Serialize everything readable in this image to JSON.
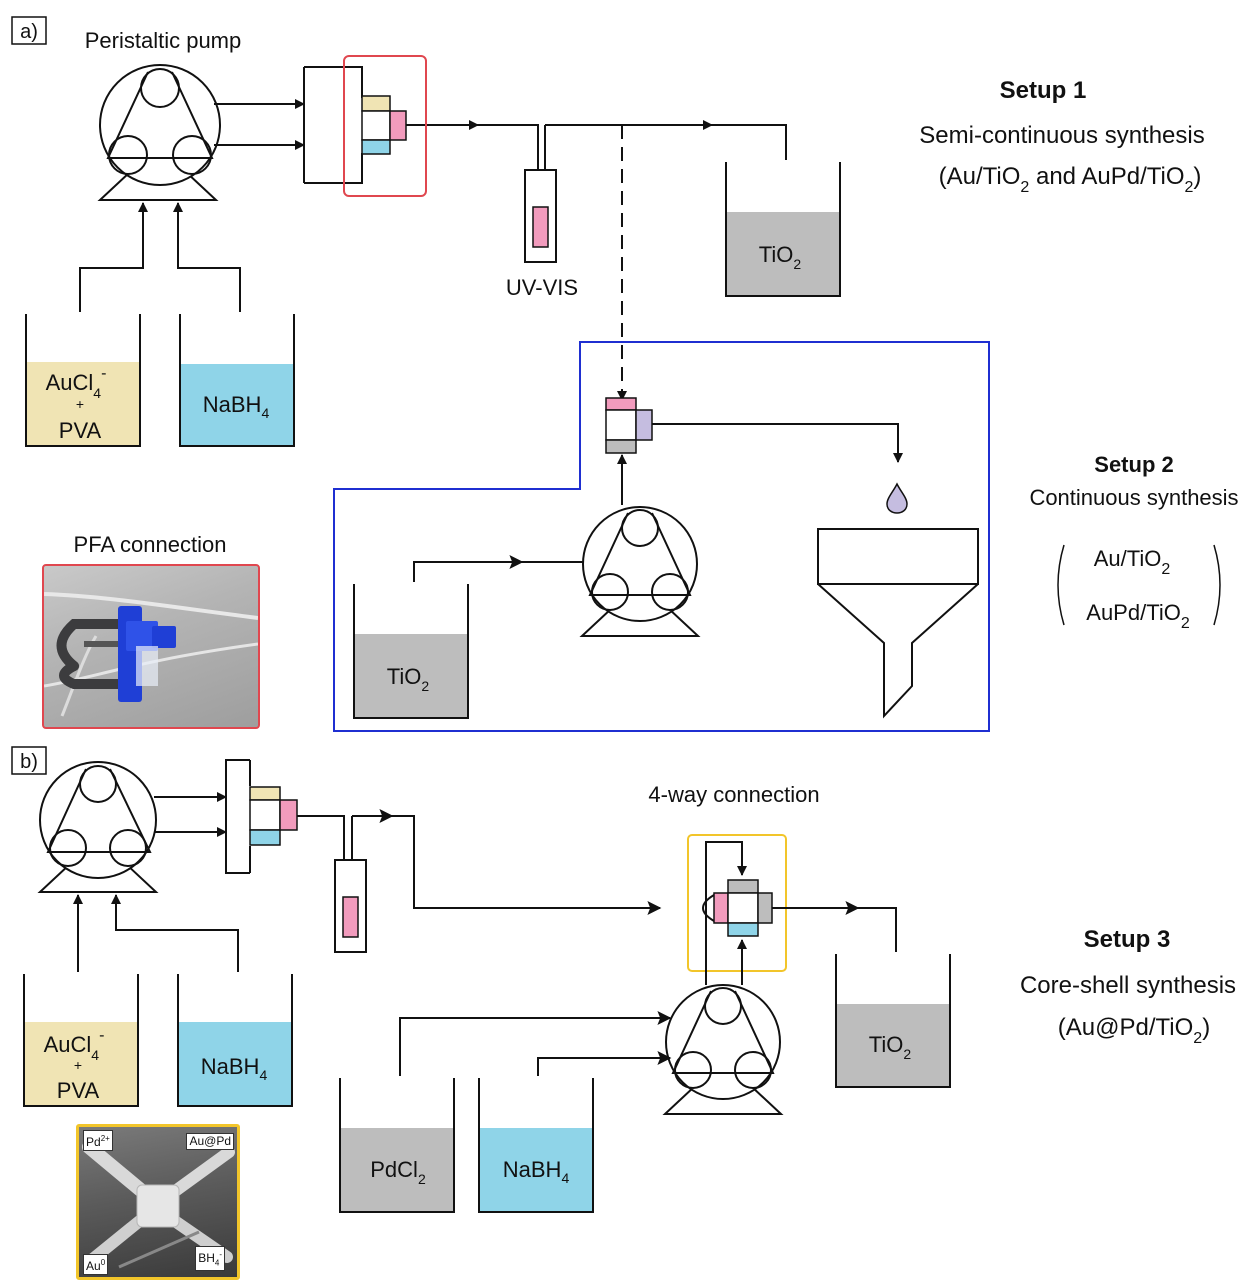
{
  "panels": {
    "a": "a)",
    "b": "b)"
  },
  "labels": {
    "peristaltic_pump": "Peristaltic pump",
    "uv_vis": "UV-VIS",
    "pfa_connection": "PFA connection",
    "four_way_connection": "4-way connection"
  },
  "setup1": {
    "title": "Setup 1",
    "subtitle": "Semi-continuous synthesis",
    "products": {
      "open": "(Au/TiO",
      "sub1": "2",
      "mid": " and AuPd/TiO",
      "sub2": "2",
      "close": ")"
    }
  },
  "setup2": {
    "title": "Setup 2",
    "subtitle": "Continuous synthesis",
    "product1": {
      "main": "Au/TiO",
      "sub": "2"
    },
    "product2": {
      "main": "AuPd/TiO",
      "sub": "2"
    }
  },
  "setup3": {
    "title": "Setup 3",
    "subtitle": "Core-shell synthesis",
    "product": {
      "open": "(Au@Pd/TiO",
      "sub": "2",
      "close": ")"
    }
  },
  "beakers": {
    "aucl4": {
      "main": "AuCl",
      "sub": "4",
      "sup": "-",
      "plus": "+",
      "pva": "PVA"
    },
    "nabh4": {
      "main": "NaBH",
      "sub": "4"
    },
    "tio2": {
      "main": "TiO",
      "sub": "2"
    },
    "pdcl2": {
      "main": "PdCl",
      "sub": "2"
    }
  },
  "photo_tags": {
    "pd2": {
      "main": "Pd",
      "sup": "2+"
    },
    "aupd": "Au@Pd",
    "au0": {
      "main": "Au",
      "sup": "0"
    },
    "bh4": {
      "main": "BH",
      "sub": "4",
      "sup": "-"
    }
  },
  "colors": {
    "gold_solution": "#f0e4b4",
    "borohydride": "#8fd4e8",
    "tio2_grey": "#bdbdbd",
    "pink": "#f29bbd",
    "lavender": "#c5bde0",
    "setup2_frame": "#1f2fd1",
    "pfa_frame": "#e0474f",
    "four_way_frame": "#f2c52a"
  }
}
